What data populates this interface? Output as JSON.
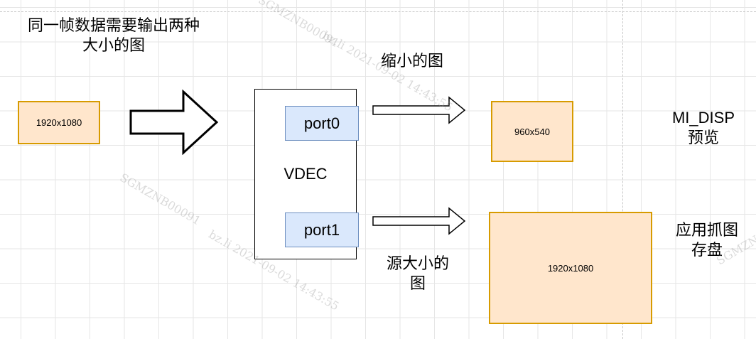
{
  "title": {
    "line1": "同一帧数据需要输出两种",
    "line2": "大小的图"
  },
  "source_box": {
    "label": "1920x1080"
  },
  "vdec": {
    "label": "VDEC",
    "ports": [
      "port0",
      "port1"
    ]
  },
  "outputs": [
    {
      "caption": "缩小的图",
      "box_label": "960x540",
      "target_line1": "MI_DISP",
      "target_line2": "预览"
    },
    {
      "caption_line1": "源大小的",
      "caption_line2": "图",
      "box_label": "1920x1080",
      "target_line1": "应用抓图",
      "target_line2": "存盘"
    }
  ],
  "watermark": {
    "id": "SGMZNB00091",
    "user": "bz.li",
    "time": "2021-09-02  14:43:55"
  },
  "colors": {
    "orange_fill": "#ffe6cc",
    "orange_border": "#d79b00",
    "blue_fill": "#dae8fc",
    "blue_border": "#6c8ebf"
  }
}
